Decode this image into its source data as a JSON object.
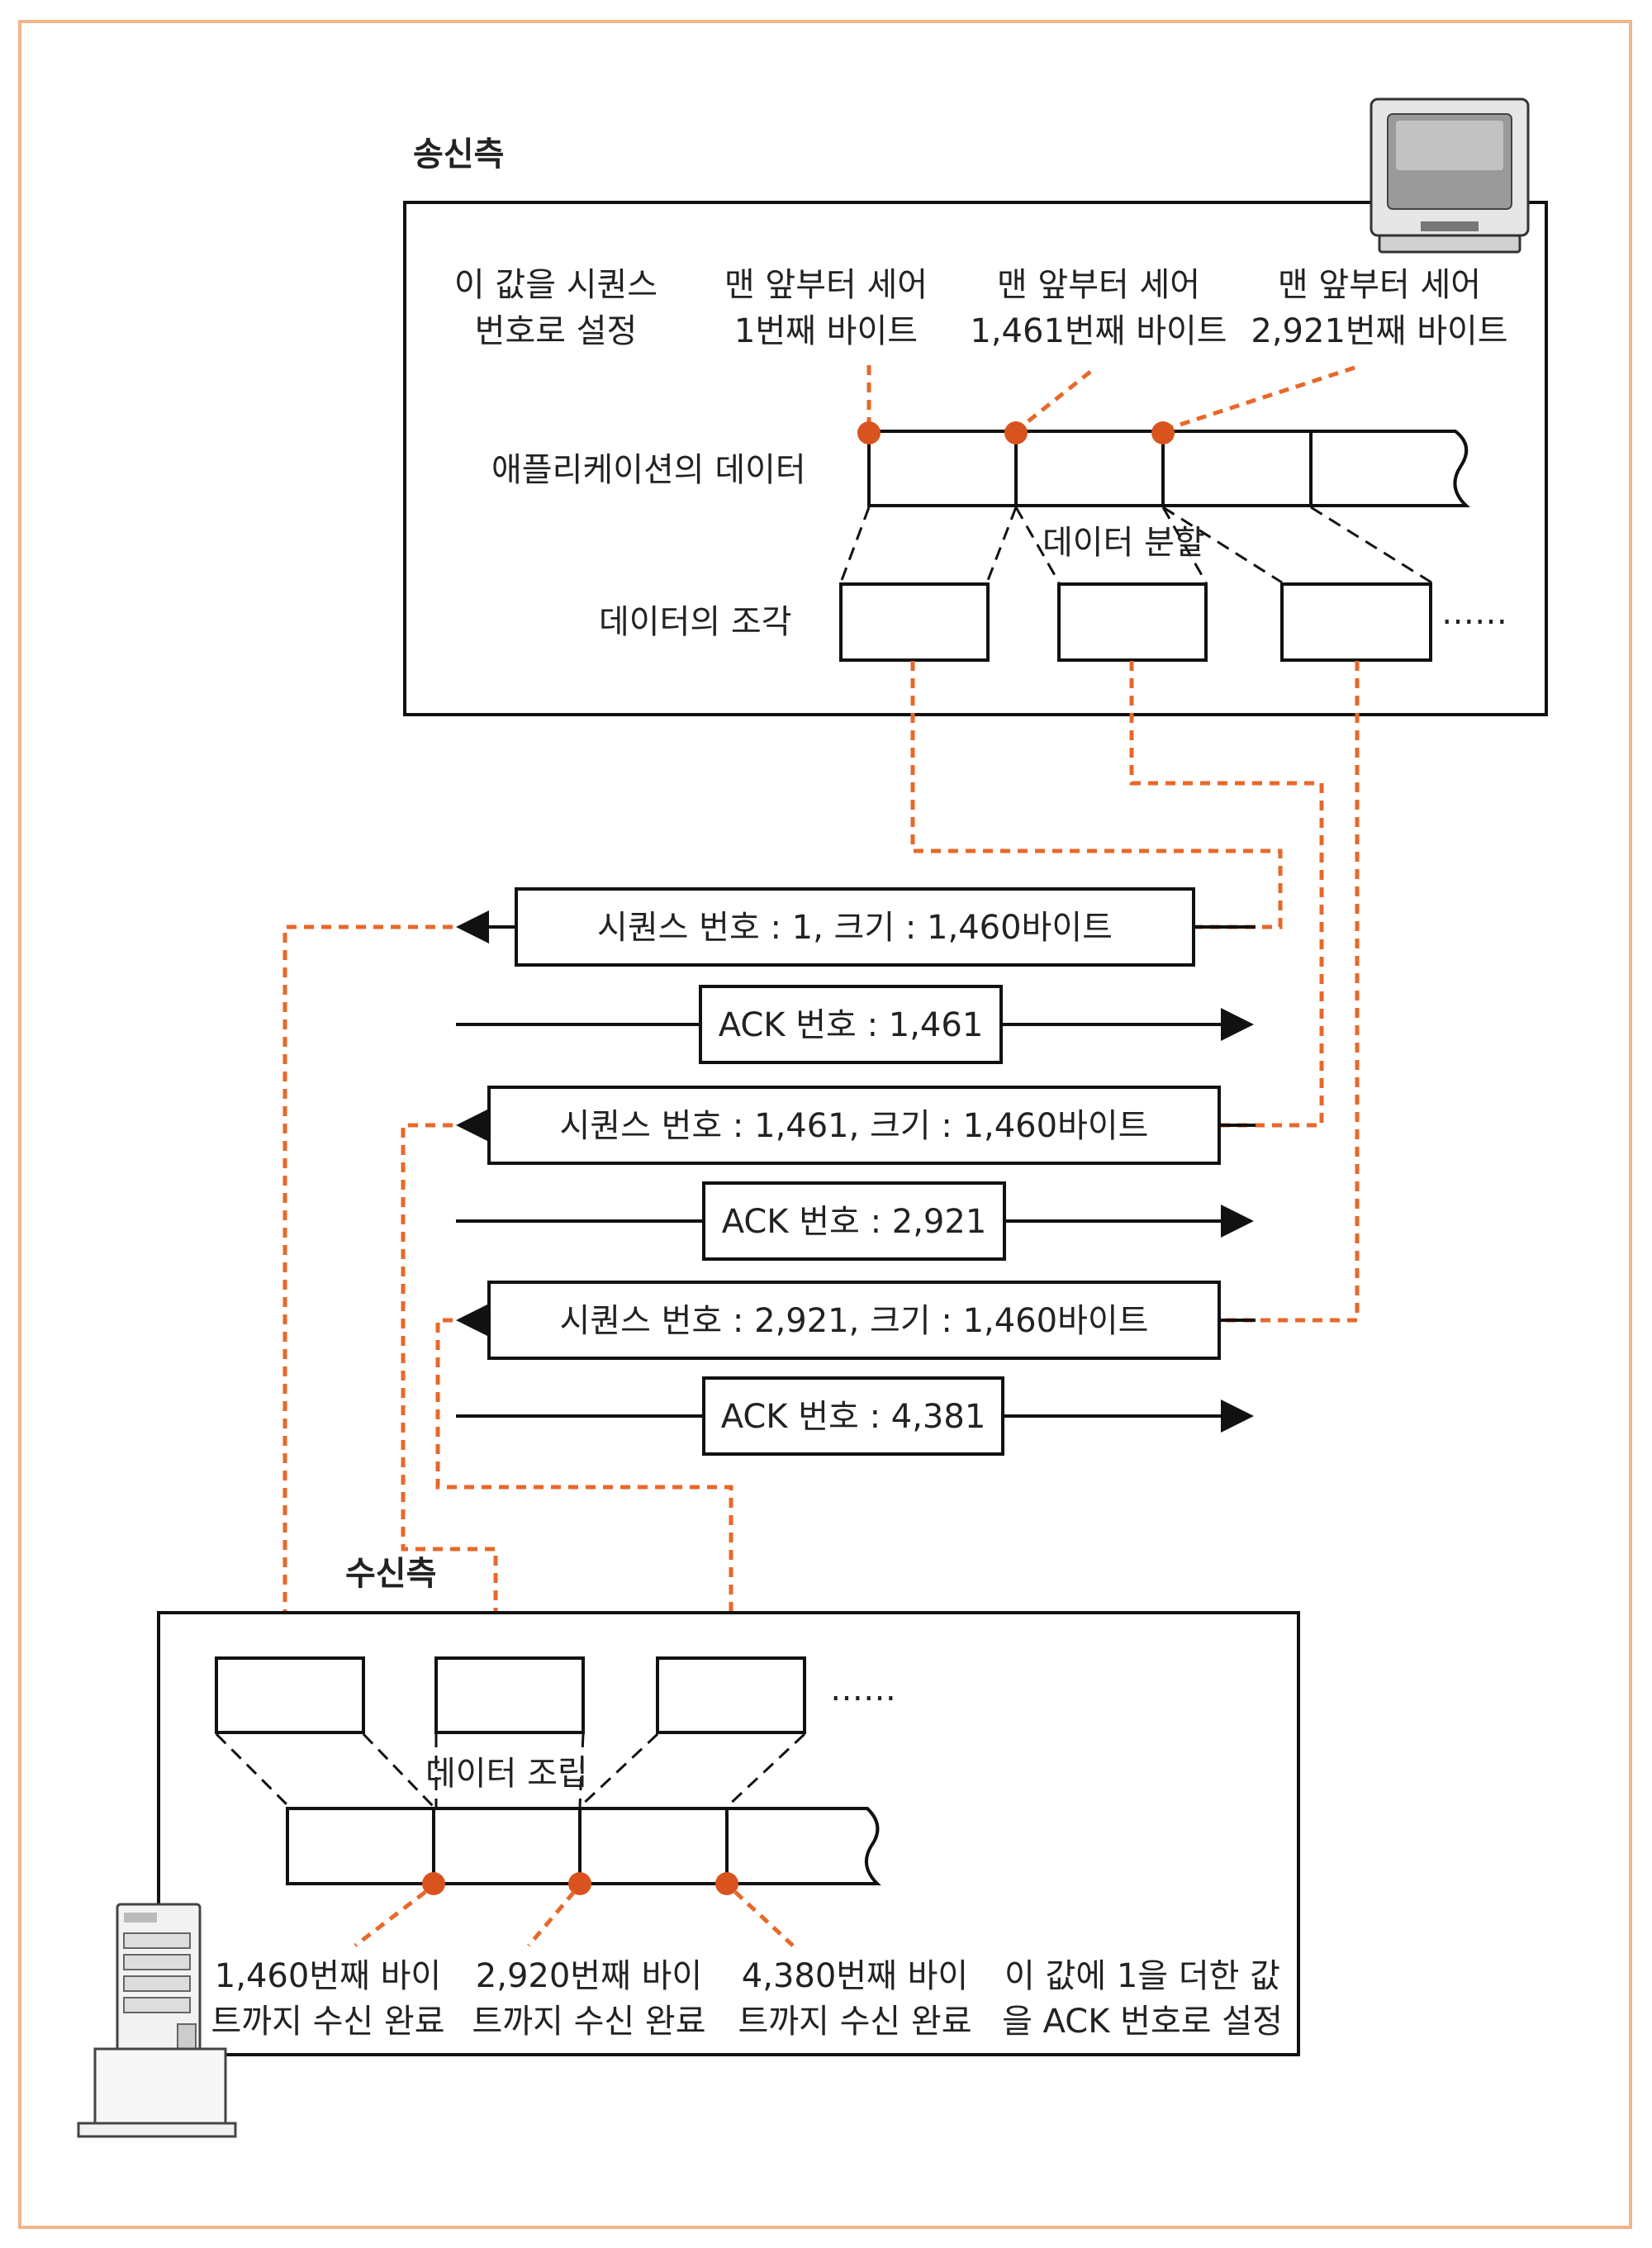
{
  "sender": {
    "title": "송신측",
    "annotations": [
      {
        "line1": "이 값을 시퀀스",
        "line2": "번호로 설정"
      },
      {
        "line1": "맨 앞부터 세어",
        "line2": "1번째 바이트"
      },
      {
        "line1": "맨 앞부터 세어",
        "line2": "1,461번째 바이트"
      },
      {
        "line1": "맨 앞부터 세어",
        "line2": "2,921번째 바이트"
      }
    ],
    "app_data_label": "애플리케이션의 데이터",
    "split_label": "데이터 분할",
    "pieces_label": "데이터의 조각",
    "ellipsis": "……"
  },
  "messages": [
    {
      "kind": "segment",
      "label": "시퀀스 번호 : 1, 크기 : 1,460바이트"
    },
    {
      "kind": "ack",
      "label": "ACK 번호 : 1,461"
    },
    {
      "kind": "segment",
      "label": "시퀀스 번호 : 1,461, 크기 : 1,460바이트"
    },
    {
      "kind": "ack",
      "label": "ACK 번호 : 2,921"
    },
    {
      "kind": "segment",
      "label": "시퀀스 번호 : 2,921, 크기 : 1,460바이트"
    },
    {
      "kind": "ack",
      "label": "ACK 번호 : 4,381"
    }
  ],
  "receiver": {
    "title": "수신측",
    "assemble_label": "데이터 조립",
    "ellipsis": "……",
    "annotations": [
      {
        "line1": "1,460번째 바이",
        "line2": "트까지 수신 완료"
      },
      {
        "line1": "2,920번째 바이",
        "line2": "트까지 수신 완료"
      },
      {
        "line1": "4,380번째 바이",
        "line2": "트까지 수신 완료"
      },
      {
        "line1": "이 값에 1을 더한 값",
        "line2": "을 ACK 번호로 설정"
      }
    ]
  },
  "colors": {
    "accent": "#e8682a",
    "dot": "#d9531e",
    "frame": "#f2b58a",
    "line": "#111111"
  },
  "icons": [
    "computer-monitor-icon",
    "server-tower-icon"
  ]
}
